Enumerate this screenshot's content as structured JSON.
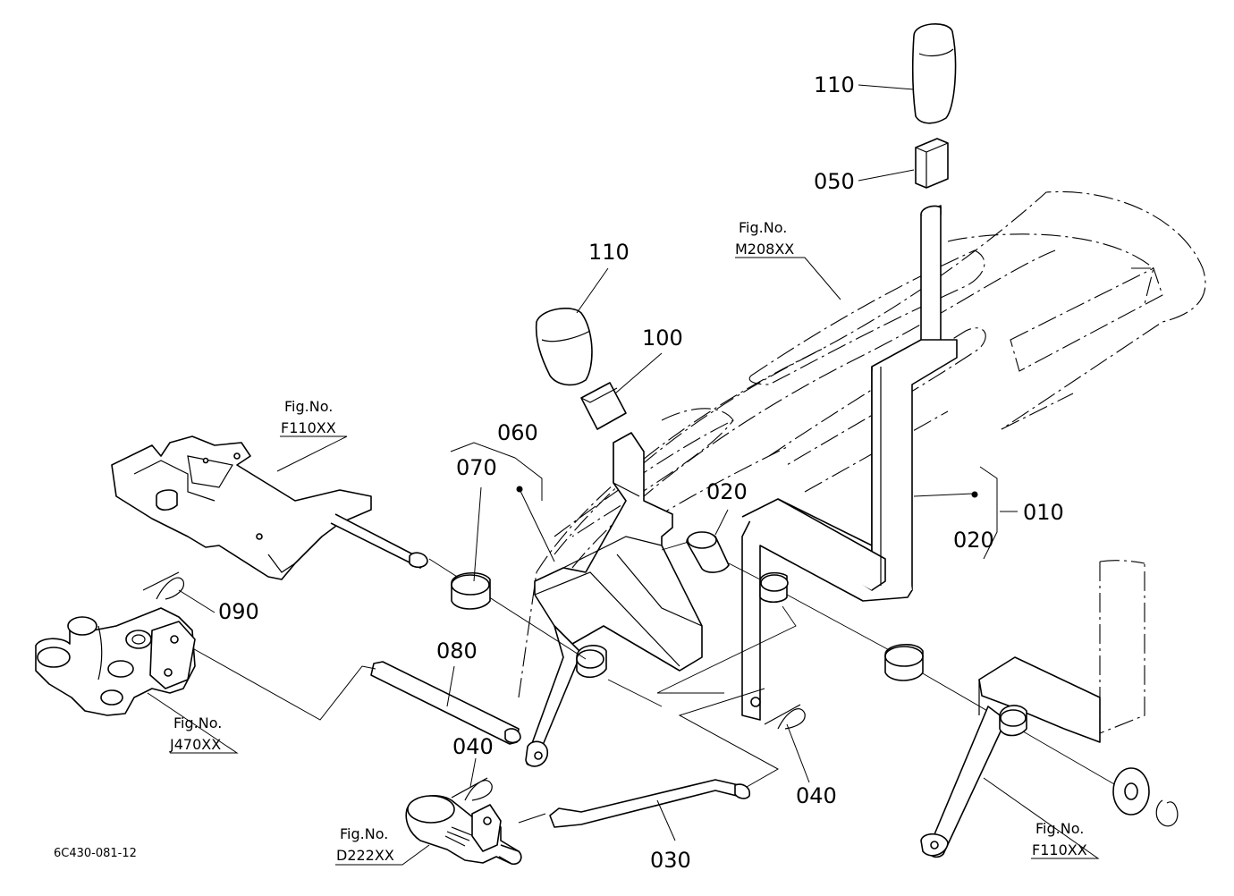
{
  "diagram_code": "6C430-081-12",
  "callouts": {
    "knob_right": "110",
    "grip_right": "050",
    "knob_left": "110",
    "grip_left": "100",
    "lever_left_a": "060",
    "lever_left_b": "070",
    "collar_mid": "020",
    "lever_right_a": "010",
    "lever_right_b": "020",
    "pin_090": "090",
    "rod_080": "080",
    "pin_040_left": "040",
    "pin_040_right": "040",
    "rod_030": "030"
  },
  "figure_refs": {
    "m208": {
      "label": "Fig.No.",
      "code": "M208XX"
    },
    "f110_top": {
      "label": "Fig.No.",
      "code": "F110XX"
    },
    "j470": {
      "label": "Fig.No.",
      "code": "J470XX"
    },
    "d222": {
      "label": "Fig.No.",
      "code": "D222XX"
    },
    "f110_bottom": {
      "label": "Fig.No.",
      "code": "F110XX"
    }
  }
}
